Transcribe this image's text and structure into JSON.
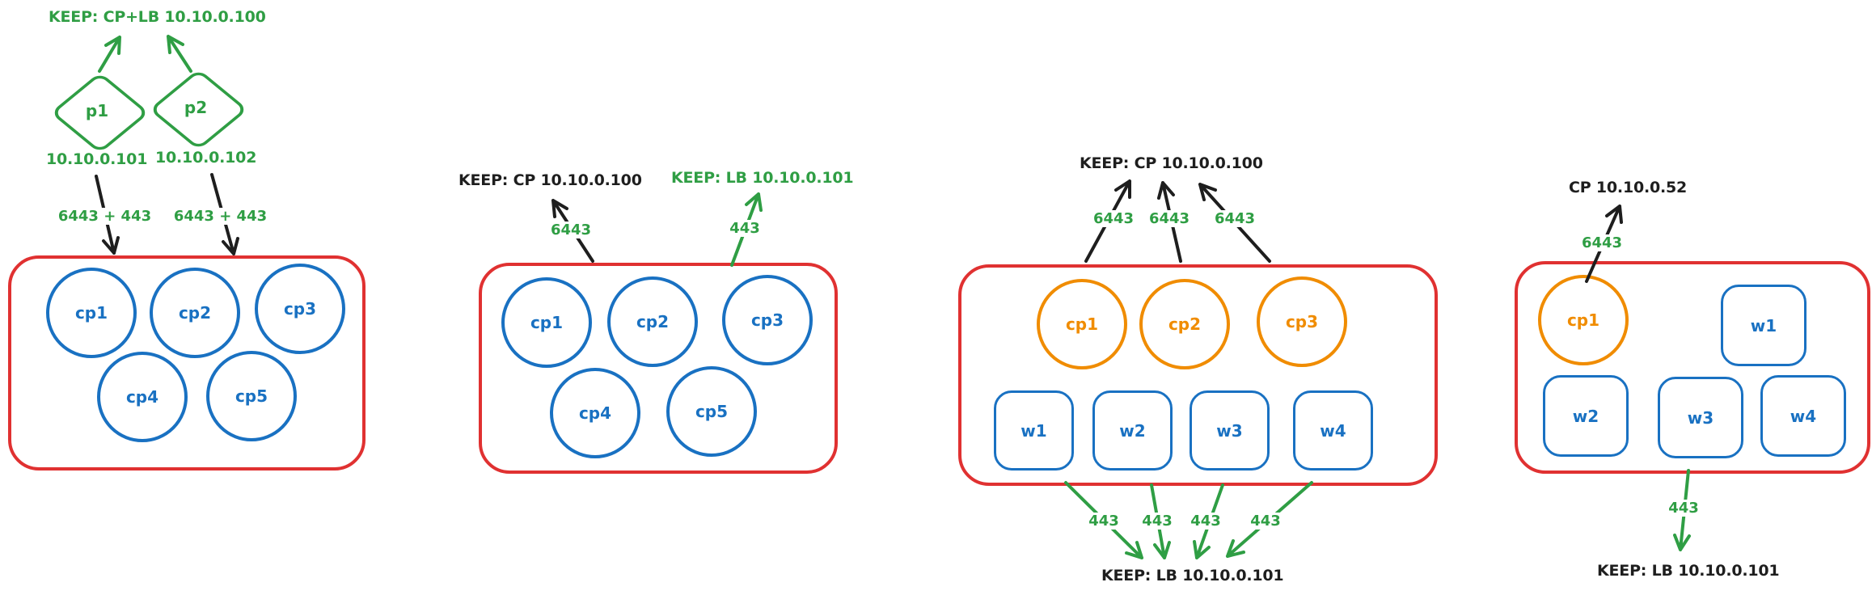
{
  "colors": {
    "green": "#2f9e44",
    "red": "#e03131",
    "blue": "#1971c2",
    "orange": "#f08c00",
    "black": "#1e1e1e"
  },
  "g1": {
    "title": "KEEP: CP+LB 10.10.0.100",
    "proxies": [
      {
        "label": "p1",
        "ip": "10.10.0.101",
        "port_label": "6443 + 443"
      },
      {
        "label": "p2",
        "ip": "10.10.0.102",
        "port_label": "6443 + 443"
      }
    ],
    "nodes": [
      "cp1",
      "cp2",
      "cp3",
      "cp4",
      "cp5"
    ]
  },
  "g2": {
    "title_cp": "KEEP: CP 10.10.0.100",
    "title_lb": "KEEP: LB 10.10.0.101",
    "cp_port": "6443",
    "lb_port": "443",
    "nodes": [
      "cp1",
      "cp2",
      "cp3",
      "cp4",
      "cp5"
    ]
  },
  "g3": {
    "title": "KEEP: CP 10.10.0.100",
    "cp_ports": [
      "6443",
      "6443",
      "6443"
    ],
    "cp_nodes": [
      "cp1",
      "cp2",
      "cp3"
    ],
    "workers": [
      "w1",
      "w2",
      "w3",
      "w4"
    ],
    "lb_ports": [
      "443",
      "443",
      "443",
      "443"
    ],
    "footer": "KEEP: LB 10.10.0.101"
  },
  "g4": {
    "title": "CP 10.10.0.52",
    "cp_port": "6443",
    "cp_node": "cp1",
    "workers": [
      "w1",
      "w2",
      "w3",
      "w4"
    ],
    "lb_port": "443",
    "footer": "KEEP: LB 10.10.0.101"
  }
}
